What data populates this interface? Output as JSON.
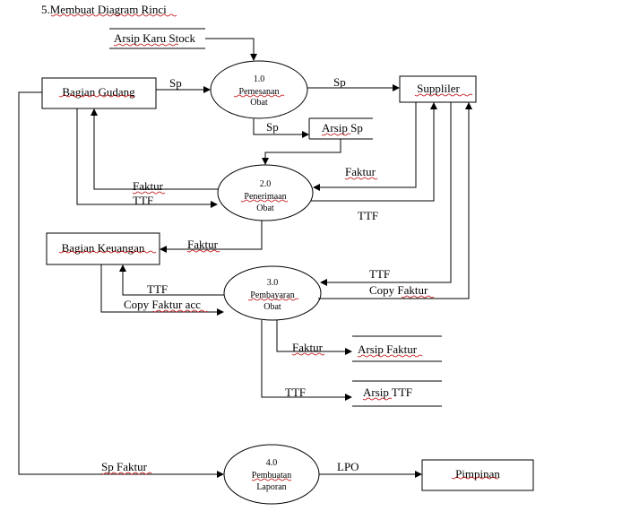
{
  "title": "5.Membuat Diagram Rinci",
  "entities": {
    "bagian_gudang": "Bagian Gudang",
    "supplier": "Suppliler",
    "bagian_keuangan": "Bagian Keuangan",
    "pimpinan": "Pimpinan"
  },
  "processes": [
    {
      "number": "1.0",
      "line1": "Pemesanan",
      "line2": "Obat"
    },
    {
      "number": "2.0",
      "line1": "Penerimaan",
      "line2": "Obat"
    },
    {
      "number": "3.0",
      "line1": "Pembayaran",
      "line2": "Obat"
    },
    {
      "number": "4.0",
      "line1": "Pembuatan",
      "line2": "Laporan"
    }
  ],
  "stores": {
    "arsip_kartu_stock": "Arsip  Karu Stock",
    "arsip_sp": "Arsip Sp",
    "arsip_faktur": "Arsip Faktur",
    "arsip_ttf": "Arsip TTF"
  },
  "flows": {
    "sp_gudang_p1": "Sp",
    "sp_p1_supplier": "Sp",
    "sp_p1_arsip": "Sp",
    "faktur_supplier_p2": "Faktur",
    "faktur_p2_gudang": "Faktur",
    "ttf_gudang_p2": "TTF",
    "ttf_p2_supplier": "TTF",
    "faktur_p2_keuangan": "Faktur",
    "ttf_supplier_p3": "TTF",
    "copy_faktur_supplier_p3": "Copy Faktur",
    "ttf_p3_keuangan": "TTF",
    "copy_faktur_acc": "Copy Faktur  acc",
    "faktur_p3_arsip": "Faktur",
    "ttf_p3_arsip": "TTF",
    "sp_faktur": "Sp Faktur",
    "lpo": "LPO"
  }
}
